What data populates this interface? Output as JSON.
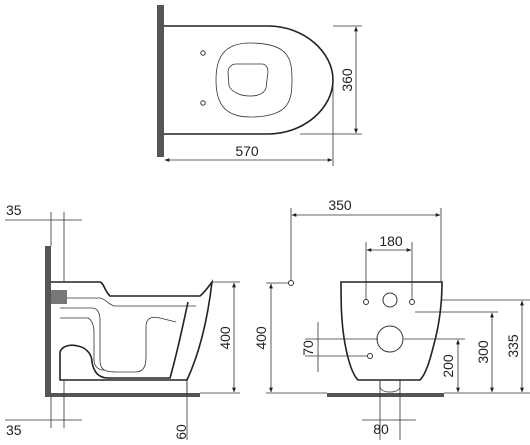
{
  "top_view": {
    "depth_label": "570",
    "width_label": "360"
  },
  "side_view": {
    "wall_offset_top_label": "35",
    "wall_offset_bottom_label": "35",
    "rim_height_label": "400",
    "floor_gap_label": "60"
  },
  "front_view": {
    "outer_fixing_label": "350",
    "inner_fixing_label": "180",
    "outer_height_label": "400",
    "offset_label": "70",
    "upper_hole_height_label": "300",
    "top_height_label": "335",
    "lower_hole_height_label": "200",
    "outlet_label": "80"
  }
}
